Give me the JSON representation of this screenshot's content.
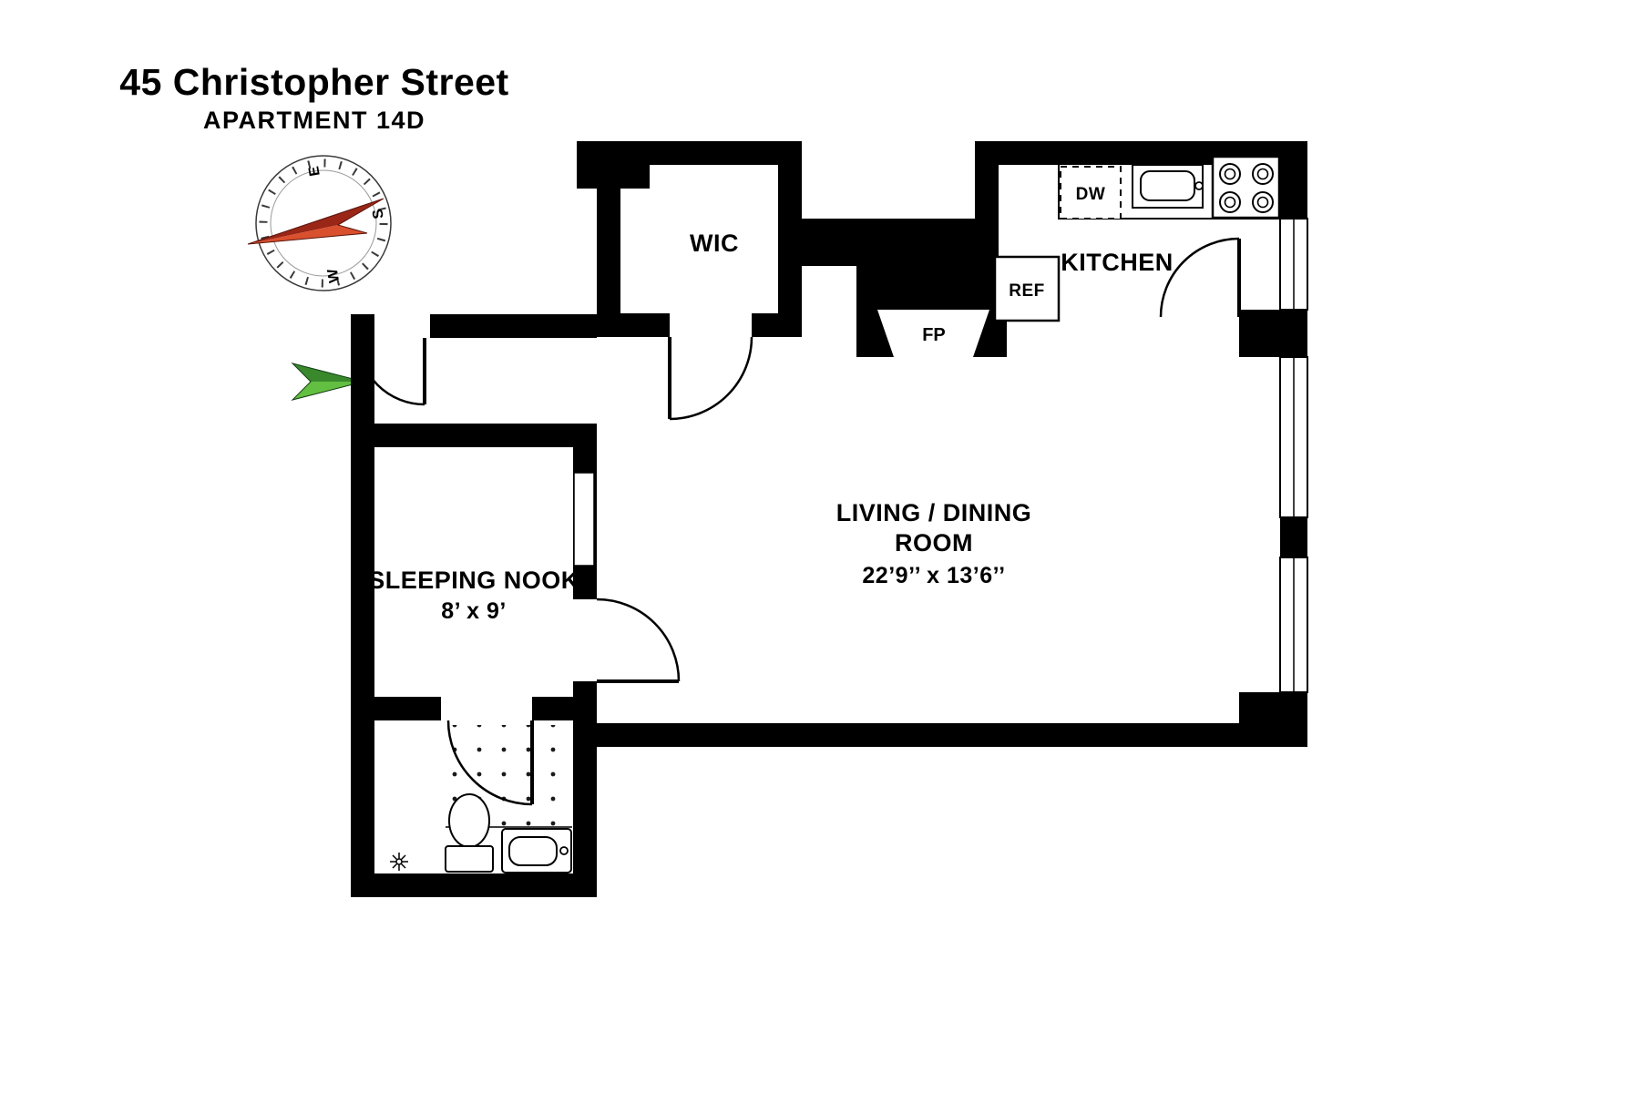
{
  "title": "45 Christopher Street",
  "subtitle": "APARTMENT 14D",
  "compass": {
    "east": "E",
    "south": "S",
    "west": "W"
  },
  "rooms": {
    "wic": {
      "label": "WIC"
    },
    "kitchen": {
      "label": "KITCHEN"
    },
    "living_dining": {
      "line1": "LIVING / DINING",
      "line2": "ROOM",
      "dimensions": "22’9’’ x 13’6’’"
    },
    "sleeping_nook": {
      "label": "SLEEPING NOOK",
      "dimensions": "8’ x 9’"
    }
  },
  "fixtures": {
    "dishwasher": "DW",
    "refrigerator": "REF",
    "fireplace": "FP"
  },
  "colors": {
    "walls": "#000000",
    "needle_dark": "#992616",
    "needle_light": "#d9502e",
    "arrow_dark": "#39892c",
    "arrow_light": "#63bf41"
  }
}
